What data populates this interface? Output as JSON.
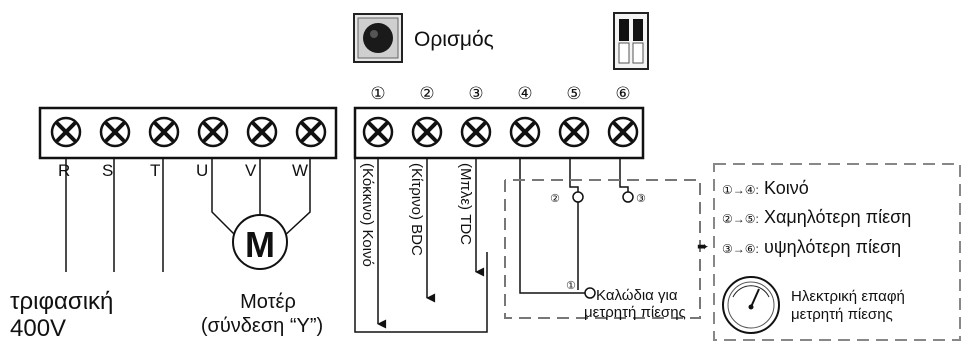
{
  "set_button_label": "Ορισμός",
  "power_terminals": [
    "R",
    "S",
    "T",
    "U",
    "V",
    "W"
  ],
  "control_terminal_numbers": [
    "①",
    "②",
    "③",
    "④",
    "⑤",
    "⑥"
  ],
  "wire_labels": {
    "red_common": "(Κόκκινο) Κοινό",
    "yellow_bdc": "(Κίτρινο) BDC",
    "blue_tdc": "(Μπλε) TDC"
  },
  "three_phase": {
    "line1": "τριφασική",
    "line2": "400V"
  },
  "motor": {
    "symbol": "M",
    "label_line1": "Μοτέρ",
    "label_line2": "(σύνδεση “Y”)"
  },
  "contact_labels": {
    "c2": "②",
    "c3": "③",
    "c1": "①"
  },
  "gauge_wires": {
    "line1": "Καλώδια για",
    "line2": "μετρητή πίεσης"
  },
  "legend": {
    "rows": [
      {
        "key": "①→④:",
        "text": "Κοινό"
      },
      {
        "key": "②→⑤:",
        "text": "Χαμηλότερη πίεση"
      },
      {
        "key": "③→⑥:",
        "text": "υψηλότερη πίεση"
      }
    ],
    "gauge_line1": "Ηλεκτρική επαφή",
    "gauge_line2": "μετρητή πίεσης"
  }
}
